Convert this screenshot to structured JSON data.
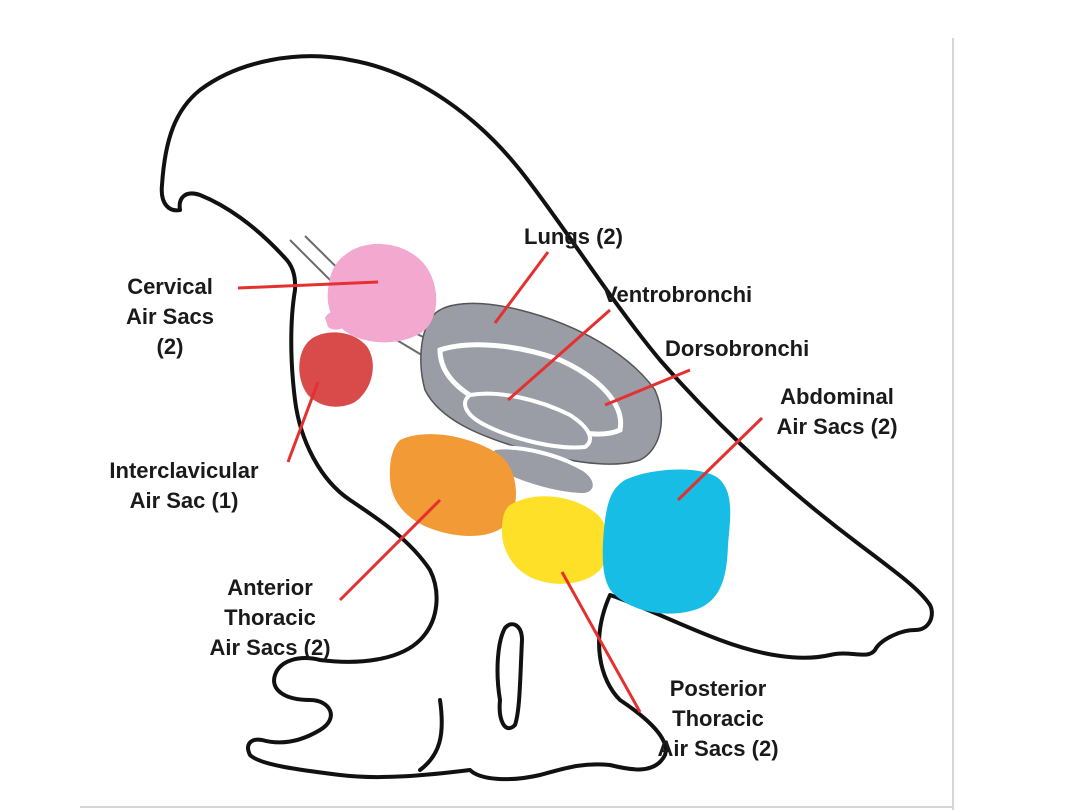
{
  "colors": {
    "outline": "#111111",
    "leader": "#e53030",
    "lungs": "#9a9ca6",
    "cervical": "#f2a8cf",
    "interclavicular": "#d94a4a",
    "anterior_thoracic": "#f29a35",
    "posterior_thoracic": "#ffe028",
    "abdominal": "#18bde6"
  },
  "labels": {
    "cervical": [
      "Cervical",
      "Air Sacs",
      "(2)"
    ],
    "interclavicular": [
      "Interclavicular",
      "Air Sac (1)"
    ],
    "anterior": [
      "Anterior",
      "Thoracic",
      "Air Sacs (2)"
    ],
    "lungs": [
      "Lungs (2)"
    ],
    "ventro": [
      "Ventrobronchi"
    ],
    "dorso": [
      "Dorsobronchi"
    ],
    "abdominal": [
      "Abdominal",
      "Air Sacs (2)"
    ],
    "posterior": [
      "Posterior",
      "Thoracic",
      "Air Sacs (2)"
    ]
  }
}
